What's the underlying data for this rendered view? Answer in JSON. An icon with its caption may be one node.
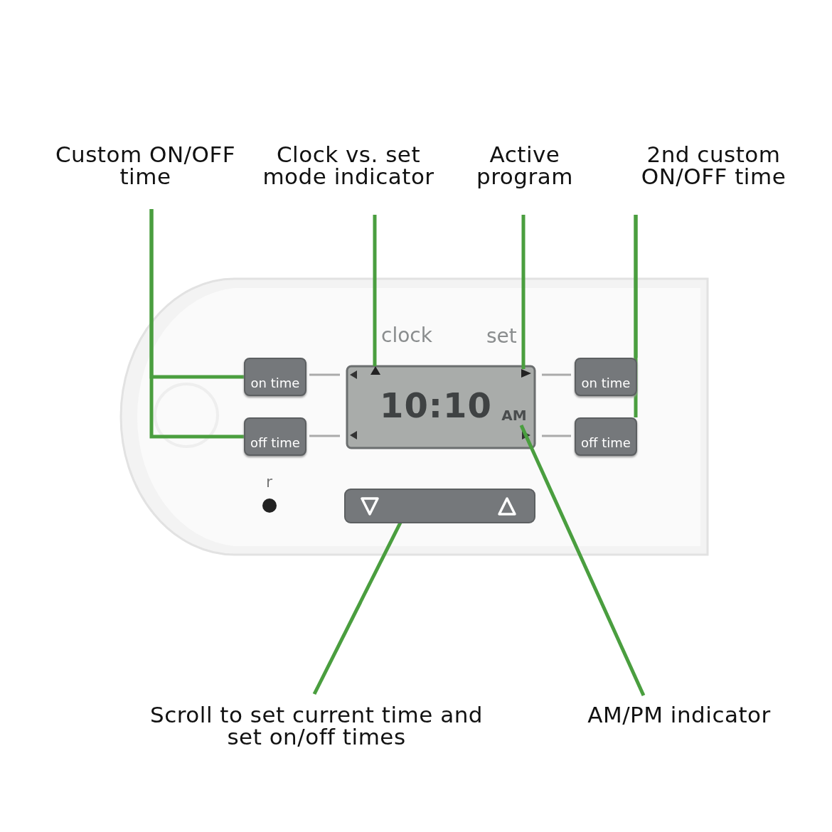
{
  "diagram": {
    "nodes": [
      {
        "text": [
          "Custom ON/OFF time"
        ]
      },
      {
        "text": [
          "Clock vs. set mode indicator"
        ]
      },
      {
        "text": [
          "Active program"
        ]
      },
      {
        "text": [
          "2nd custom ON/OFF time"
        ]
      },
      {
        "text": [
          "Scroll to set current time and set on/off times"
        ]
      },
      {
        "text": [
          "AM/PM indicator"
        ]
      },
      {
        "text": [
          "on time"
        ]
      },
      {
        "text": [
          "off time"
        ]
      },
      {
        "text": [
          "on time"
        ]
      },
      {
        "text": [
          "off time"
        ]
      },
      {
        "text": [],
        "shape": "triangle"
      },
      {
        "text": [],
        "shape": "triangle"
      },
      {
        "text": [
          "AM"
        ]
      },
      {
        "text": [],
        "shape": "bar"
      }
    ],
    "edges": [
      {
        "from": 0,
        "to": 6,
        "arrow": "none"
      },
      {
        "from": 0,
        "to": 7,
        "arrow": "none"
      },
      {
        "from": 1,
        "to": 10,
        "arrow": "none"
      },
      {
        "from": 2,
        "to": 11,
        "arrow": "none"
      },
      {
        "from": 3,
        "to": 8,
        "arrow": "none"
      },
      {
        "from": 3,
        "to": 9,
        "arrow": "none"
      },
      {
        "from": 4,
        "to": 13,
        "arrow": "none"
      },
      {
        "from": 5,
        "to": 12,
        "arrow": "none"
      }
    ],
    "labels": [
      "clock",
      "set",
      "10:10",
      "r"
    ]
  }
}
